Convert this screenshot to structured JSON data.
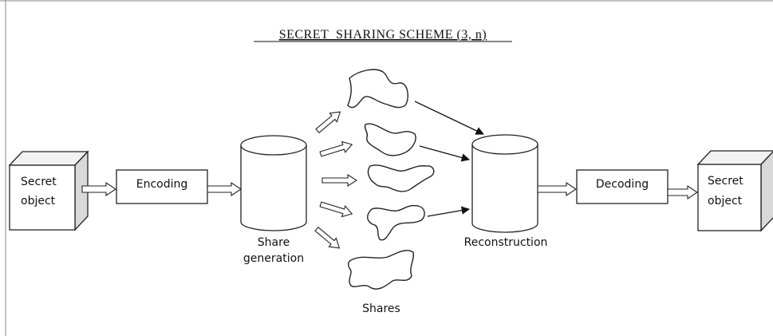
{
  "title": "SECRET  SHARING SCHEME (3, n)",
  "nodes": {
    "secret_in_line1": "Secret",
    "secret_in_line2": "object",
    "encoding": "Encoding",
    "share_gen_line1": "Share",
    "share_gen_line2": "generation",
    "shares": "Shares",
    "reconstruction": "Reconstruction",
    "decoding": "Decoding",
    "secret_out_line1": "Secret",
    "secret_out_line2": "object"
  },
  "colors": {
    "stroke": "#222222",
    "cube_side": "#d9d9d9",
    "cube_top": "#f2f2f2",
    "background": "#ffffff"
  }
}
